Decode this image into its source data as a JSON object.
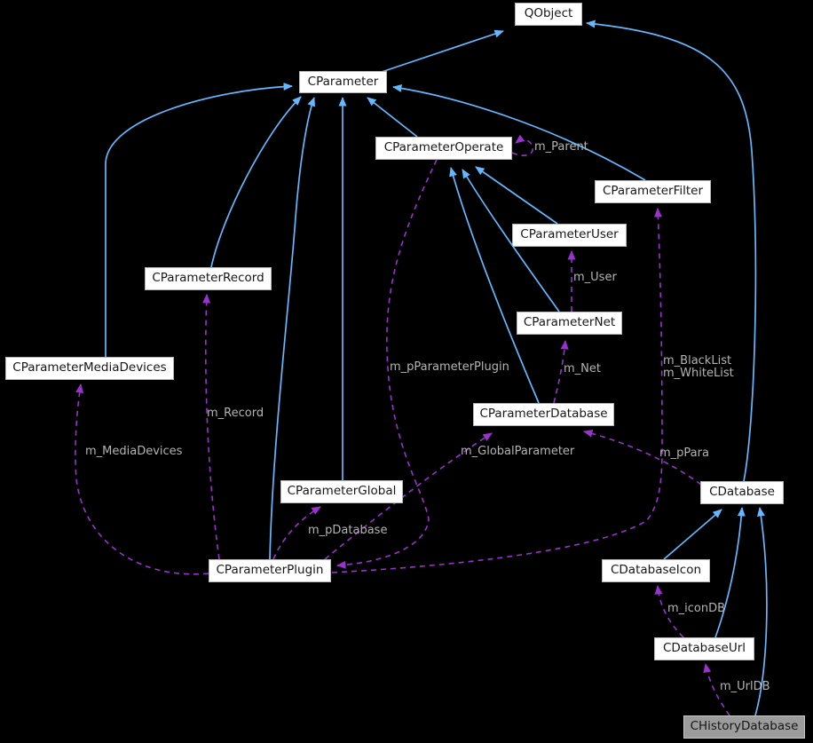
{
  "diagram": {
    "kind": "class-collaboration-graph",
    "focus_node": "CHistoryDatabase",
    "colors": {
      "background": "#000000",
      "inheritance_edge": "#63b8ff",
      "usage_edge": "#9a32cd",
      "node_fill": "#ffffff",
      "node_border": "#b6b6b6",
      "node_text": "#161616",
      "focus_node_fill": "#9c9c9c",
      "edge_label_text": "#b4b4b4"
    },
    "nodes": [
      {
        "id": "QObject",
        "label": "QObject"
      },
      {
        "id": "CParameter",
        "label": "CParameter"
      },
      {
        "id": "CParameterOperate",
        "label": "CParameterOperate"
      },
      {
        "id": "CParameterFilter",
        "label": "CParameterFilter"
      },
      {
        "id": "CParameterUser",
        "label": "CParameterUser"
      },
      {
        "id": "CParameterRecord",
        "label": "CParameterRecord"
      },
      {
        "id": "CParameterNet",
        "label": "CParameterNet"
      },
      {
        "id": "CParameterMediaDevices",
        "label": "CParameterMediaDevices"
      },
      {
        "id": "CParameterDatabase",
        "label": "CParameterDatabase"
      },
      {
        "id": "CParameterGlobal",
        "label": "CParameterGlobal"
      },
      {
        "id": "CDatabase",
        "label": "CDatabase"
      },
      {
        "id": "CParameterPlugin",
        "label": "CParameterPlugin"
      },
      {
        "id": "CDatabaseIcon",
        "label": "CDatabaseIcon"
      },
      {
        "id": "CDatabaseUrl",
        "label": "CDatabaseUrl"
      },
      {
        "id": "CHistoryDatabase",
        "label": "CHistoryDatabase"
      }
    ],
    "edges": [
      {
        "from": "CParameter",
        "to": "QObject",
        "type": "inheritance",
        "label": ""
      },
      {
        "from": "CDatabase",
        "to": "QObject",
        "type": "inheritance",
        "label": ""
      },
      {
        "from": "CParameterOperate",
        "to": "CParameter",
        "type": "inheritance",
        "label": ""
      },
      {
        "from": "CParameterFilter",
        "to": "CParameter",
        "type": "inheritance",
        "label": ""
      },
      {
        "from": "CParameterRecord",
        "to": "CParameter",
        "type": "inheritance",
        "label": ""
      },
      {
        "from": "CParameterMediaDevices",
        "to": "CParameter",
        "type": "inheritance",
        "label": ""
      },
      {
        "from": "CParameterGlobal",
        "to": "CParameter",
        "type": "inheritance",
        "label": ""
      },
      {
        "from": "CParameterPlugin",
        "to": "CParameter",
        "type": "inheritance",
        "label": ""
      },
      {
        "from": "CParameterUser",
        "to": "CParameterOperate",
        "type": "inheritance",
        "label": ""
      },
      {
        "from": "CParameterNet",
        "to": "CParameterOperate",
        "type": "inheritance",
        "label": ""
      },
      {
        "from": "CParameterDatabase",
        "to": "CParameterOperate",
        "type": "inheritance",
        "label": ""
      },
      {
        "from": "CDatabaseIcon",
        "to": "CDatabase",
        "type": "inheritance",
        "label": ""
      },
      {
        "from": "CDatabaseUrl",
        "to": "CDatabase",
        "type": "inheritance",
        "label": ""
      },
      {
        "from": "CHistoryDatabase",
        "to": "CDatabase",
        "type": "inheritance",
        "label": ""
      },
      {
        "from": "CParameterOperate",
        "to": "CParameterOperate",
        "type": "usage",
        "label": "m_Parent"
      },
      {
        "from": "CParameterNet",
        "to": "CParameterUser",
        "type": "usage",
        "label": "m_User"
      },
      {
        "from": "CParameterDatabase",
        "to": "CParameterNet",
        "type": "usage",
        "label": "m_Net"
      },
      {
        "from": "CParameterOperate",
        "to": "CParameterPlugin",
        "type": "usage",
        "label": "m_pParameterPlugin"
      },
      {
        "from": "CParameterPlugin",
        "to": "CParameterFilter",
        "type": "usage",
        "label": "m_BlackList\nm_WhiteList"
      },
      {
        "from": "CParameterPlugin",
        "to": "CParameterRecord",
        "type": "usage",
        "label": "m_Record"
      },
      {
        "from": "CParameterPlugin",
        "to": "CParameterMediaDevices",
        "type": "usage",
        "label": "m_MediaDevices"
      },
      {
        "from": "CParameterPlugin",
        "to": "CParameterGlobal",
        "type": "usage",
        "label": "m_GlobalParameter"
      },
      {
        "from": "CParameterPlugin",
        "to": "CParameterDatabase",
        "type": "usage",
        "label": "m_pDatabase"
      },
      {
        "from": "CDatabase",
        "to": "CParameterDatabase",
        "type": "usage",
        "label": "m_pPara"
      },
      {
        "from": "CDatabaseUrl",
        "to": "CDatabaseIcon",
        "type": "usage",
        "label": "m_iconDB"
      },
      {
        "from": "CHistoryDatabase",
        "to": "CDatabaseUrl",
        "type": "usage",
        "label": "m_UrlDB"
      }
    ]
  }
}
